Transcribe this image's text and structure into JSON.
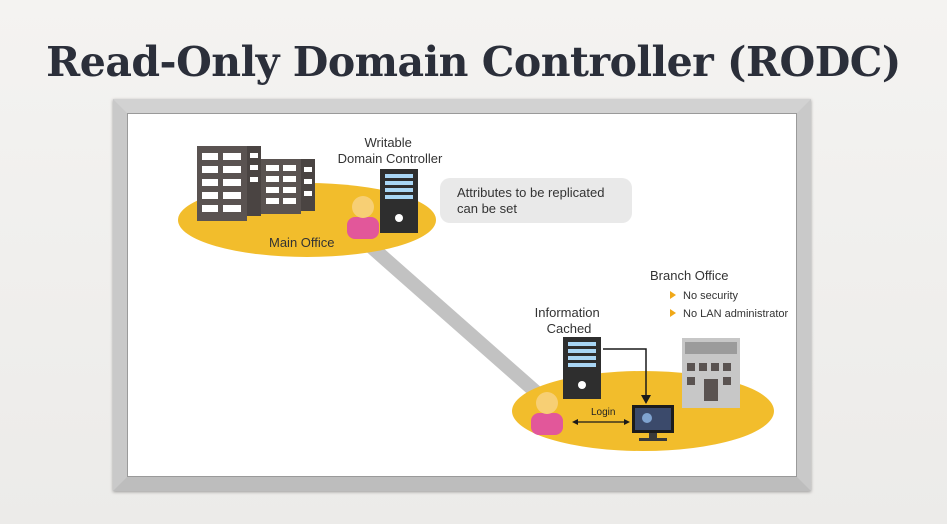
{
  "title": "Read-Only Domain Controller (RODC)",
  "diagram": {
    "writable_dc_label": [
      "Writable",
      "Domain Controller"
    ],
    "main_office_label": "Main Office",
    "callout_text": [
      "Attributes to be replicated",
      "can be set"
    ],
    "branch_office_label": "Branch Office",
    "branch_bullets": [
      "No security",
      "No LAN administrator"
    ],
    "info_cached_label": [
      "Information",
      "Cached"
    ],
    "login_label": "Login"
  },
  "colors": {
    "island": "#f2bd2c",
    "server": "#2e2e2e",
    "server_slot": "#a9d6f5",
    "user_body": "#e2579a",
    "user_head": "#f7cf74",
    "link_line": "#c2c2c2",
    "callout_bg": "#e9e9e9",
    "bullet": "#f0a818",
    "building_dark": "#5a5351",
    "building_gray": "#c7c7c7"
  }
}
